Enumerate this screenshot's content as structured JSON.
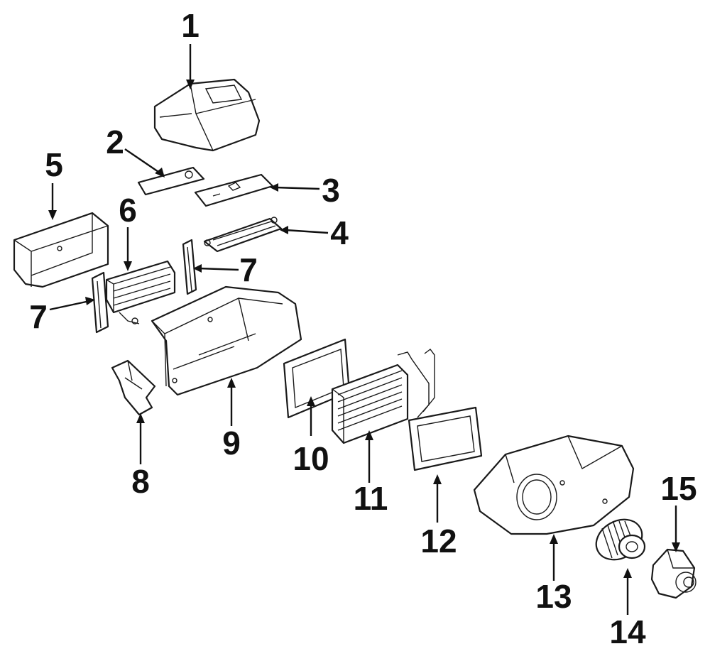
{
  "diagram": {
    "callouts": [
      {
        "id": "c1",
        "label": "1"
      },
      {
        "id": "c2",
        "label": "2"
      },
      {
        "id": "c3",
        "label": "3"
      },
      {
        "id": "c4",
        "label": "4"
      },
      {
        "id": "c5",
        "label": "5"
      },
      {
        "id": "c6",
        "label": "6"
      },
      {
        "id": "c7a",
        "label": "7"
      },
      {
        "id": "c7b",
        "label": "7"
      },
      {
        "id": "c8",
        "label": "8"
      },
      {
        "id": "c9",
        "label": "9"
      },
      {
        "id": "c10",
        "label": "10"
      },
      {
        "id": "c11",
        "label": "11"
      },
      {
        "id": "c12",
        "label": "12"
      },
      {
        "id": "c13",
        "label": "13"
      },
      {
        "id": "c14",
        "label": "14"
      },
      {
        "id": "c15",
        "label": "15"
      }
    ]
  },
  "colors": {
    "ink": "#111111",
    "paper": "#ffffff"
  }
}
